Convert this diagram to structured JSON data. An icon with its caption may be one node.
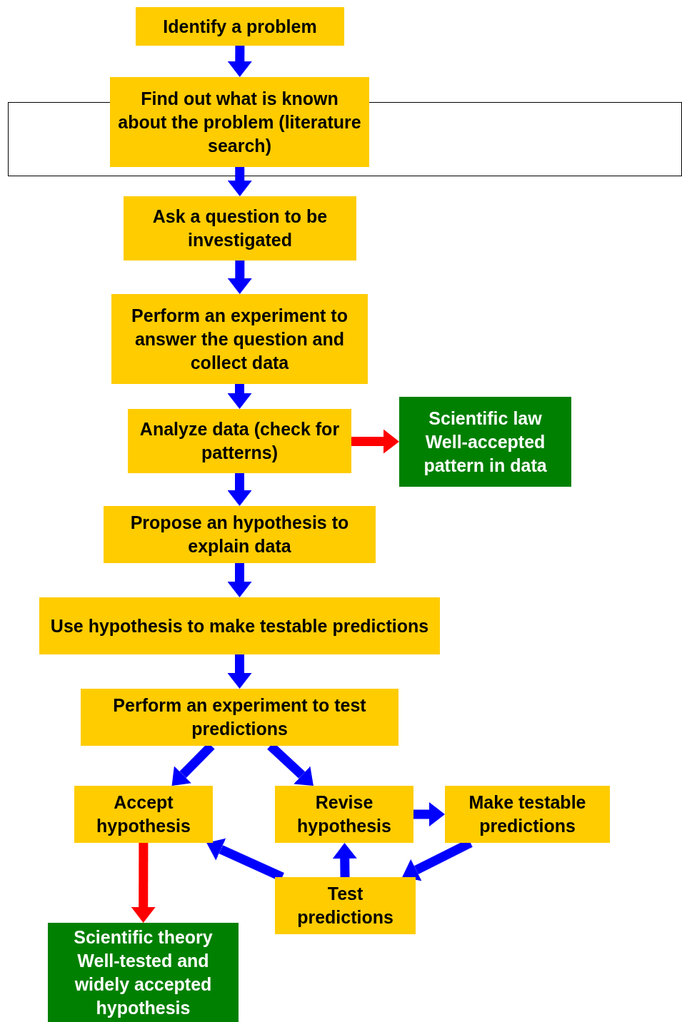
{
  "diagram": {
    "nodes": [
      {
        "text": [
          "Identify a problem"
        ]
      },
      {
        "text": [
          "Find out what is known about the problem (literature search)"
        ]
      },
      {
        "text": [
          "Ask a question to be investigated"
        ]
      },
      {
        "text": [
          "Perform an experiment to answer the question and collect data"
        ]
      },
      {
        "text": [
          "Analyze data (check for patterns)"
        ]
      },
      {
        "text": [
          "Scientific law",
          "Well-accepted pattern in data"
        ]
      },
      {
        "text": [
          "Propose an hypothesis to explain data"
        ]
      },
      {
        "text": [
          "Use hypothesis to make testable predictions"
        ]
      },
      {
        "text": [
          "Perform an experiment to test predictions"
        ]
      },
      {
        "text": [
          "Accept hypothesis"
        ]
      },
      {
        "text": [
          "Revise hypothesis"
        ]
      },
      {
        "text": [
          "Make testable predictions"
        ]
      },
      {
        "text": [
          "Test predictions"
        ]
      },
      {
        "text": [
          "Scientific theory",
          "Well-tested and widely accepted hypothesis"
        ]
      },
      {
        "text": [],
        "shape": "box"
      }
    ],
    "edges": [
      {
        "from": 0,
        "to": 1,
        "arrow": "to"
      },
      {
        "from": 1,
        "to": 2,
        "arrow": "to"
      },
      {
        "from": 2,
        "to": 3,
        "arrow": "to"
      },
      {
        "from": 3,
        "to": 4,
        "arrow": "to"
      },
      {
        "from": 4,
        "to": 5,
        "arrow": "to",
        "color": "#ff0000"
      },
      {
        "from": 4,
        "to": 6,
        "arrow": "to"
      },
      {
        "from": 6,
        "to": 7,
        "arrow": "to"
      },
      {
        "from": 7,
        "to": 8,
        "arrow": "to"
      },
      {
        "from": 8,
        "to": 9,
        "arrow": "to"
      },
      {
        "from": 8,
        "to": 10,
        "arrow": "to"
      },
      {
        "from": 10,
        "to": 11,
        "arrow": "to"
      },
      {
        "from": 11,
        "to": 12,
        "arrow": "to"
      },
      {
        "from": 12,
        "to": 10,
        "arrow": "to"
      },
      {
        "from": 12,
        "to": 9,
        "arrow": "to"
      },
      {
        "from": 9,
        "to": 13,
        "arrow": "to",
        "color": "#ff0000"
      }
    ]
  }
}
